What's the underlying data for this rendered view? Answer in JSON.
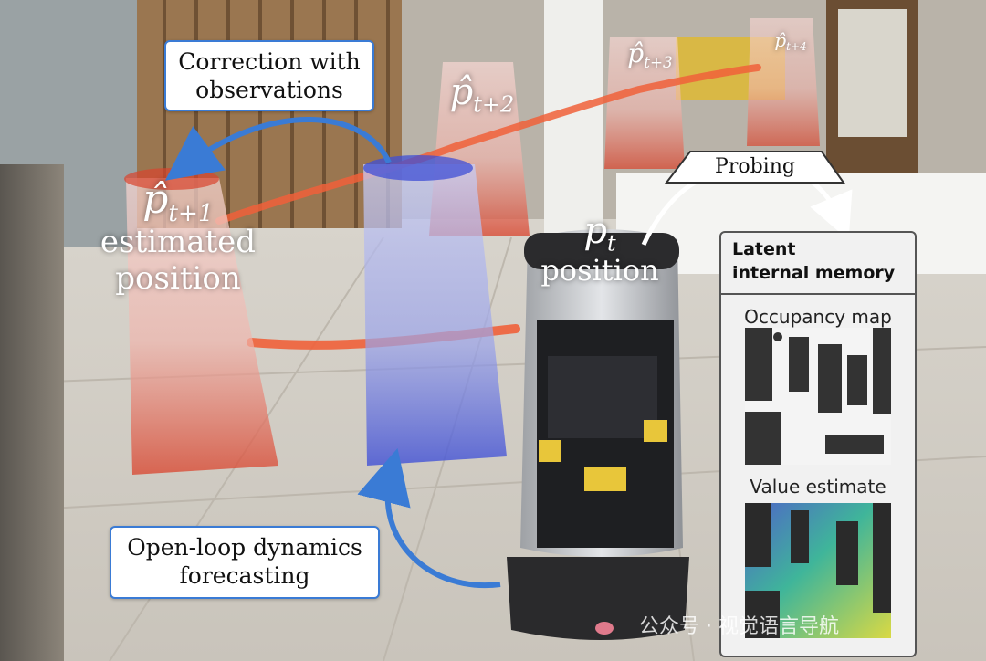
{
  "labels": {
    "correction": [
      "Correction with",
      "observations"
    ],
    "open_loop": [
      "Open-loop dynamics",
      "forecasting"
    ],
    "probing": "Probing"
  },
  "estimates": {
    "t1_symbol": "p̂",
    "t1_subscript": "t+1",
    "t1_caption": [
      "estimated",
      "position"
    ],
    "t2_symbol": "p̂",
    "t2_subscript": "t+2",
    "t3_symbol": "p̂",
    "t3_subscript": "t+3",
    "t4_symbol": "p̂",
    "t4_subscript": "t+4"
  },
  "current": {
    "symbol": "p",
    "subscript": "t",
    "caption": "position"
  },
  "memory_panel": {
    "title": [
      "Latent",
      "internal memory"
    ],
    "occupancy_label": "Occupancy map",
    "value_label": "Value estimate"
  },
  "watermark": "公众号 · 视觉语言导航",
  "colors": {
    "arrow_blue": "#3a7bd5",
    "trajectory_orange": "#f0603a",
    "estimate_red": "#d9452e",
    "current_blue": "#3f4fd6"
  }
}
